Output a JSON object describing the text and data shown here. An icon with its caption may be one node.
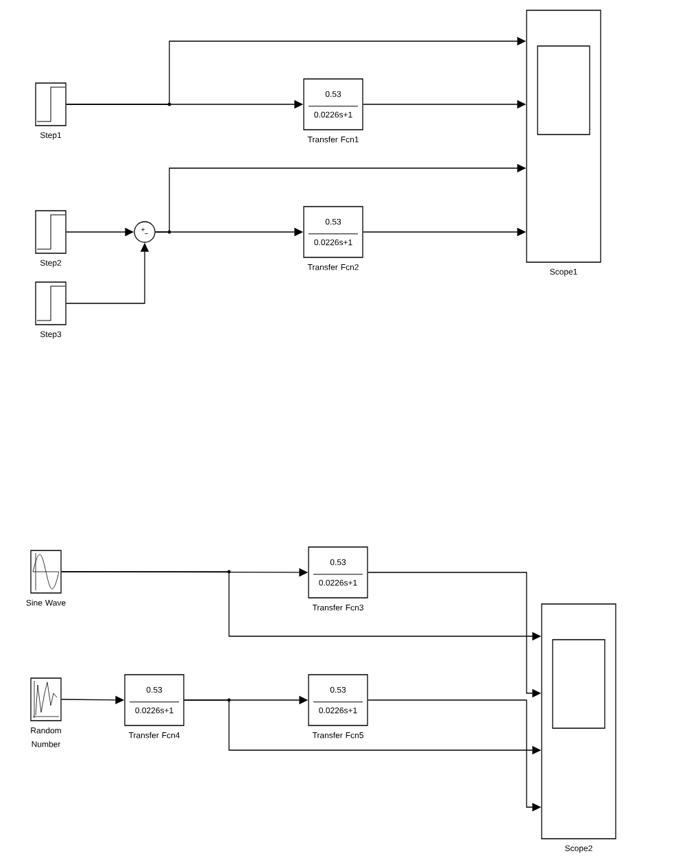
{
  "diagram": {
    "nodes": [
      {
        "text": [],
        "shape": "box",
        "beside": [
          "Step1"
        ]
      },
      {
        "text": [
          "0.53",
          "0.0226s+1"
        ],
        "beside": [
          "Transfer Fcn1"
        ]
      },
      {
        "text": [],
        "shape": "box",
        "beside": [
          "Step2"
        ]
      },
      {
        "text": [],
        "shape": "box",
        "beside": [
          "Step3"
        ]
      },
      {
        "text": [
          "+",
          "−"
        ]
      },
      {
        "text": [
          "0.53",
          "0.0226s+1"
        ],
        "beside": [
          "Transfer Fcn2"
        ]
      },
      {
        "text": [],
        "shape": "box",
        "beside": [
          "Scope1"
        ]
      },
      {
        "text": [],
        "shape": "box",
        "beside": [
          "Sine Wave"
        ]
      },
      {
        "text": [],
        "shape": "box",
        "beside": [
          "Random Number"
        ]
      },
      {
        "text": [
          "0.53",
          "0.0226s+1"
        ],
        "beside": [
          "Transfer Fcn3"
        ]
      },
      {
        "text": [
          "0.53",
          "0.0226s+1"
        ],
        "beside": [
          "Transfer Fcn4"
        ]
      },
      {
        "text": [
          "0.53",
          "0.0226s+1"
        ],
        "beside": [
          "Transfer Fcn5"
        ]
      },
      {
        "text": [],
        "shape": "box",
        "beside": [
          "Scope2"
        ]
      }
    ],
    "edges": [
      {
        "from": 0,
        "to": 6,
        "arrow": "to"
      },
      {
        "from": 0,
        "to": 1,
        "arrow": "to"
      },
      {
        "from": 1,
        "to": 6,
        "arrow": "to"
      },
      {
        "from": 2,
        "to": 4,
        "arrow": "to"
      },
      {
        "from": 3,
        "to": 4,
        "arrow": "to"
      },
      {
        "from": 4,
        "to": 6,
        "arrow": "to"
      },
      {
        "from": 4,
        "to": 5,
        "arrow": "to"
      },
      {
        "from": 5,
        "to": 6,
        "arrow": "to"
      },
      {
        "from": 7,
        "to": 9,
        "arrow": "to"
      },
      {
        "from": 7,
        "to": 12,
        "arrow": "to"
      },
      {
        "from": 9,
        "to": 12,
        "arrow": "to"
      },
      {
        "from": 8,
        "to": 10,
        "arrow": "to"
      },
      {
        "from": 10,
        "to": 11,
        "arrow": "to"
      },
      {
        "from": 10,
        "to": 12,
        "arrow": "to"
      },
      {
        "from": 11,
        "to": 12,
        "arrow": "to"
      }
    ]
  }
}
